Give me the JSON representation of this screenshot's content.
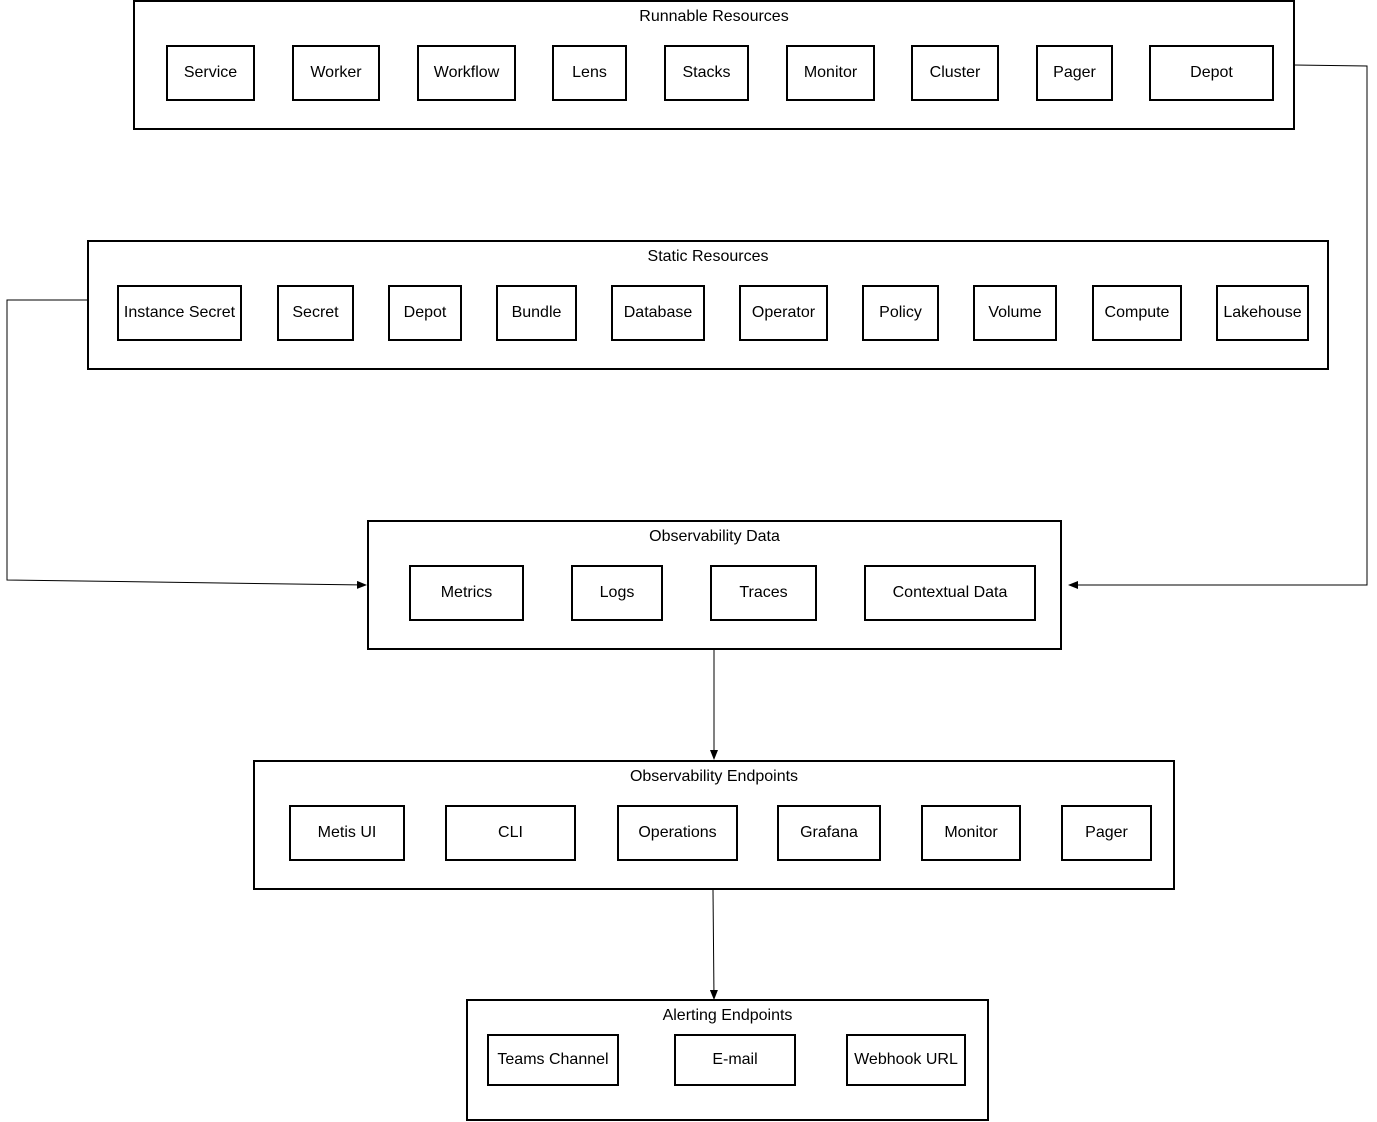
{
  "groups": {
    "runnable": {
      "title": "Runnable Resources",
      "items": [
        "Service",
        "Worker",
        "Workflow",
        "Lens",
        "Stacks",
        "Monitor",
        "Cluster",
        "Pager",
        "Depot"
      ]
    },
    "static": {
      "title": "Static Resources",
      "items": [
        "Instance Secret",
        "Secret",
        "Depot",
        "Bundle",
        "Database",
        "Operator",
        "Policy",
        "Volume",
        "Compute",
        "Lakehouse"
      ]
    },
    "observability_data": {
      "title": "Observability Data",
      "items": [
        "Metrics",
        "Logs",
        "Traces",
        "Contextual Data"
      ]
    },
    "observability_endpoints": {
      "title": "Observability Endpoints",
      "items": [
        "Metis UI",
        "CLI",
        "Operations",
        "Grafana",
        "Monitor",
        "Pager"
      ]
    },
    "alerting_endpoints": {
      "title": "Alerting Endpoints",
      "items": [
        "Teams Channel",
        "E-mail",
        "Webhook URL"
      ]
    }
  },
  "colors": {
    "stroke": "#000000",
    "background": "#ffffff"
  }
}
